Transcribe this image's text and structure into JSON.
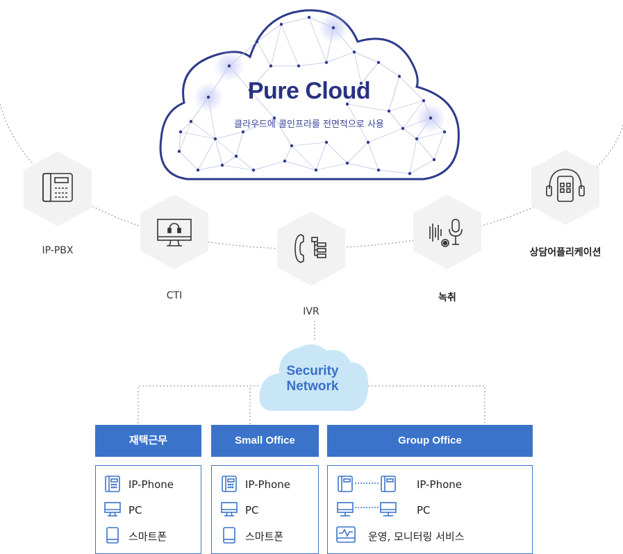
{
  "cloud": {
    "title": "Pure Cloud",
    "subtitle": "클라우드에 콜인프라를 전면적으로 사용"
  },
  "nodes": [
    {
      "label": "IP-PBX",
      "icon": "desk-phone-icon"
    },
    {
      "label": "CTI",
      "icon": "monitor-headset-icon"
    },
    {
      "label": "IVR",
      "icon": "phone-menu-icon"
    },
    {
      "label": "녹취",
      "icon": "recording-microphone-icon"
    },
    {
      "label": "상담어플리케이션",
      "icon": "headset-app-icon"
    }
  ],
  "security": {
    "line1": "Security",
    "line2": "Network"
  },
  "offices": [
    {
      "title": "재택근무",
      "items": [
        "IP-Phone",
        "PC",
        "스마트폰"
      ]
    },
    {
      "title": "Small Office",
      "items": [
        "IP-Phone",
        "PC",
        "스마트폰"
      ]
    },
    {
      "title": "Group Office",
      "items": [
        "IP-Phone",
        "PC",
        "운영, 모니터링 서비스"
      ]
    }
  ],
  "colors": {
    "cloud_navy": "#283182",
    "accent_blue": "#3a73c9",
    "security_cloud": "#c9e6f7"
  }
}
